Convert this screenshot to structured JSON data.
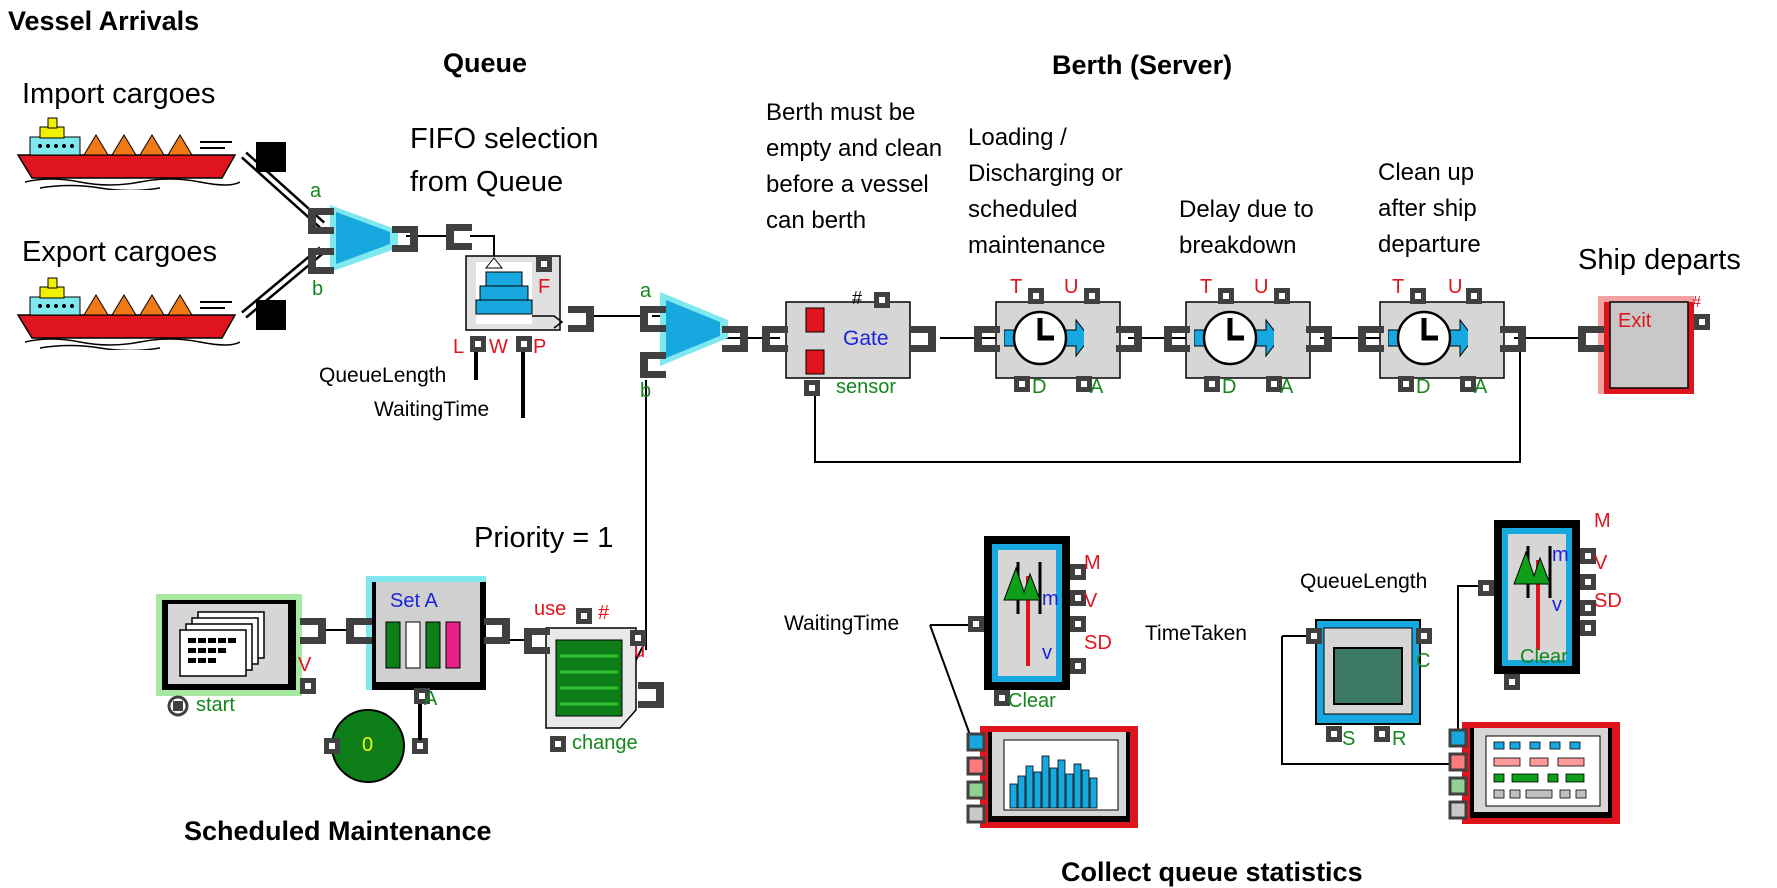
{
  "sections": {
    "vessel_arrivals": "Vessel Arrivals",
    "queue": "Queue",
    "berth": "Berth (Server)",
    "scheduled_maintenance": "Scheduled Maintenance",
    "collect_stats": "Collect queue statistics"
  },
  "descriptions": {
    "import": "Import cargoes",
    "export": "Export cargoes",
    "fifo": "FIFO selection from Queue",
    "berth_empty": "Berth must be empty and clean before a vessel can berth",
    "loading": "Loading / Discharging or scheduled maintenance",
    "delay": "Delay due to breakdown",
    "cleanup": "Clean up after ship departure",
    "ship_departs": "Ship departs",
    "priority": "Priority = 1"
  },
  "signals": {
    "queue_length": "QueueLength",
    "waiting_time": "WaitingTime",
    "waiting_time_2": "WaitingTime",
    "time_taken": "TimeTaken",
    "queue_length_2": "QueueLength"
  },
  "ports": {
    "a": "a",
    "b": "b",
    "a2": "a",
    "b2": "b",
    "L": "L",
    "W": "W",
    "P": "P",
    "F": "F",
    "hash": "#",
    "sensor": "sensor",
    "T": "T",
    "U": "U",
    "D": "D",
    "A": "A",
    "use": "use",
    "u": "u",
    "change": "change",
    "start": "start",
    "V": "V",
    "M": "M",
    "m": "m",
    "v": "v",
    "SD": "SD",
    "clear": "Clear",
    "C": "C",
    "S": "S",
    "R": "R"
  },
  "blocks": {
    "gate": "Gate",
    "exit": "Exit",
    "set_attr": "Set A",
    "constant": "0"
  },
  "colors": {
    "ship_hull": "#e0141c",
    "cyan": "#18a8e0",
    "port_dark": "#404040",
    "block_grey": "#c0c0c0",
    "label_red": "#e0141c",
    "label_green": "#15861d",
    "label_blue": "#1a24d6"
  }
}
